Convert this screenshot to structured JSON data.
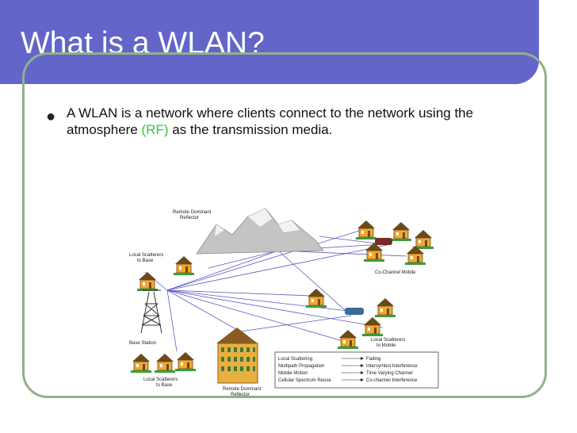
{
  "slide": {
    "title": "What is a WLAN?",
    "bullet": {
      "before": "A WLAN is a network where clients connect to the network using the atmosphere ",
      "highlight": "(RF)",
      "after": " as the transmission media."
    }
  },
  "diagram": {
    "labels": {
      "remote_top_1": "Remote Dominant",
      "remote_top_2": "Reflector",
      "local_scatterers_1": "Local Scatterers",
      "local_scatterers_2": "to Base",
      "co_channel": "Co-Channel Mobile",
      "base_station": "Base Station",
      "local_mobile_1": "Local Scatterers",
      "local_mobile_2": "to Mobile",
      "local_base_bottom_1": "Local Scatterers",
      "local_base_bottom_2": "to Base",
      "remote_bottom_1": "Remote Dominant",
      "remote_bottom_2": "Reflector"
    },
    "legend": [
      {
        "cause": "Local Scattering",
        "effect": "Fading"
      },
      {
        "cause": "Multipath Propagation",
        "effect": "Intersymbol Interference"
      },
      {
        "cause": "Mobile Motion",
        "effect": "Time Varying Channel"
      },
      {
        "cause": "Cellular Spectrum Reuse",
        "effect": "Co-channel Interference"
      }
    ],
    "colors": {
      "house_wall": "#f0a830",
      "house_roof": "#6b4a1a",
      "signal_line": "#5c5cc0",
      "building": "#e8b040",
      "mountain": "#b8b8b8"
    }
  }
}
